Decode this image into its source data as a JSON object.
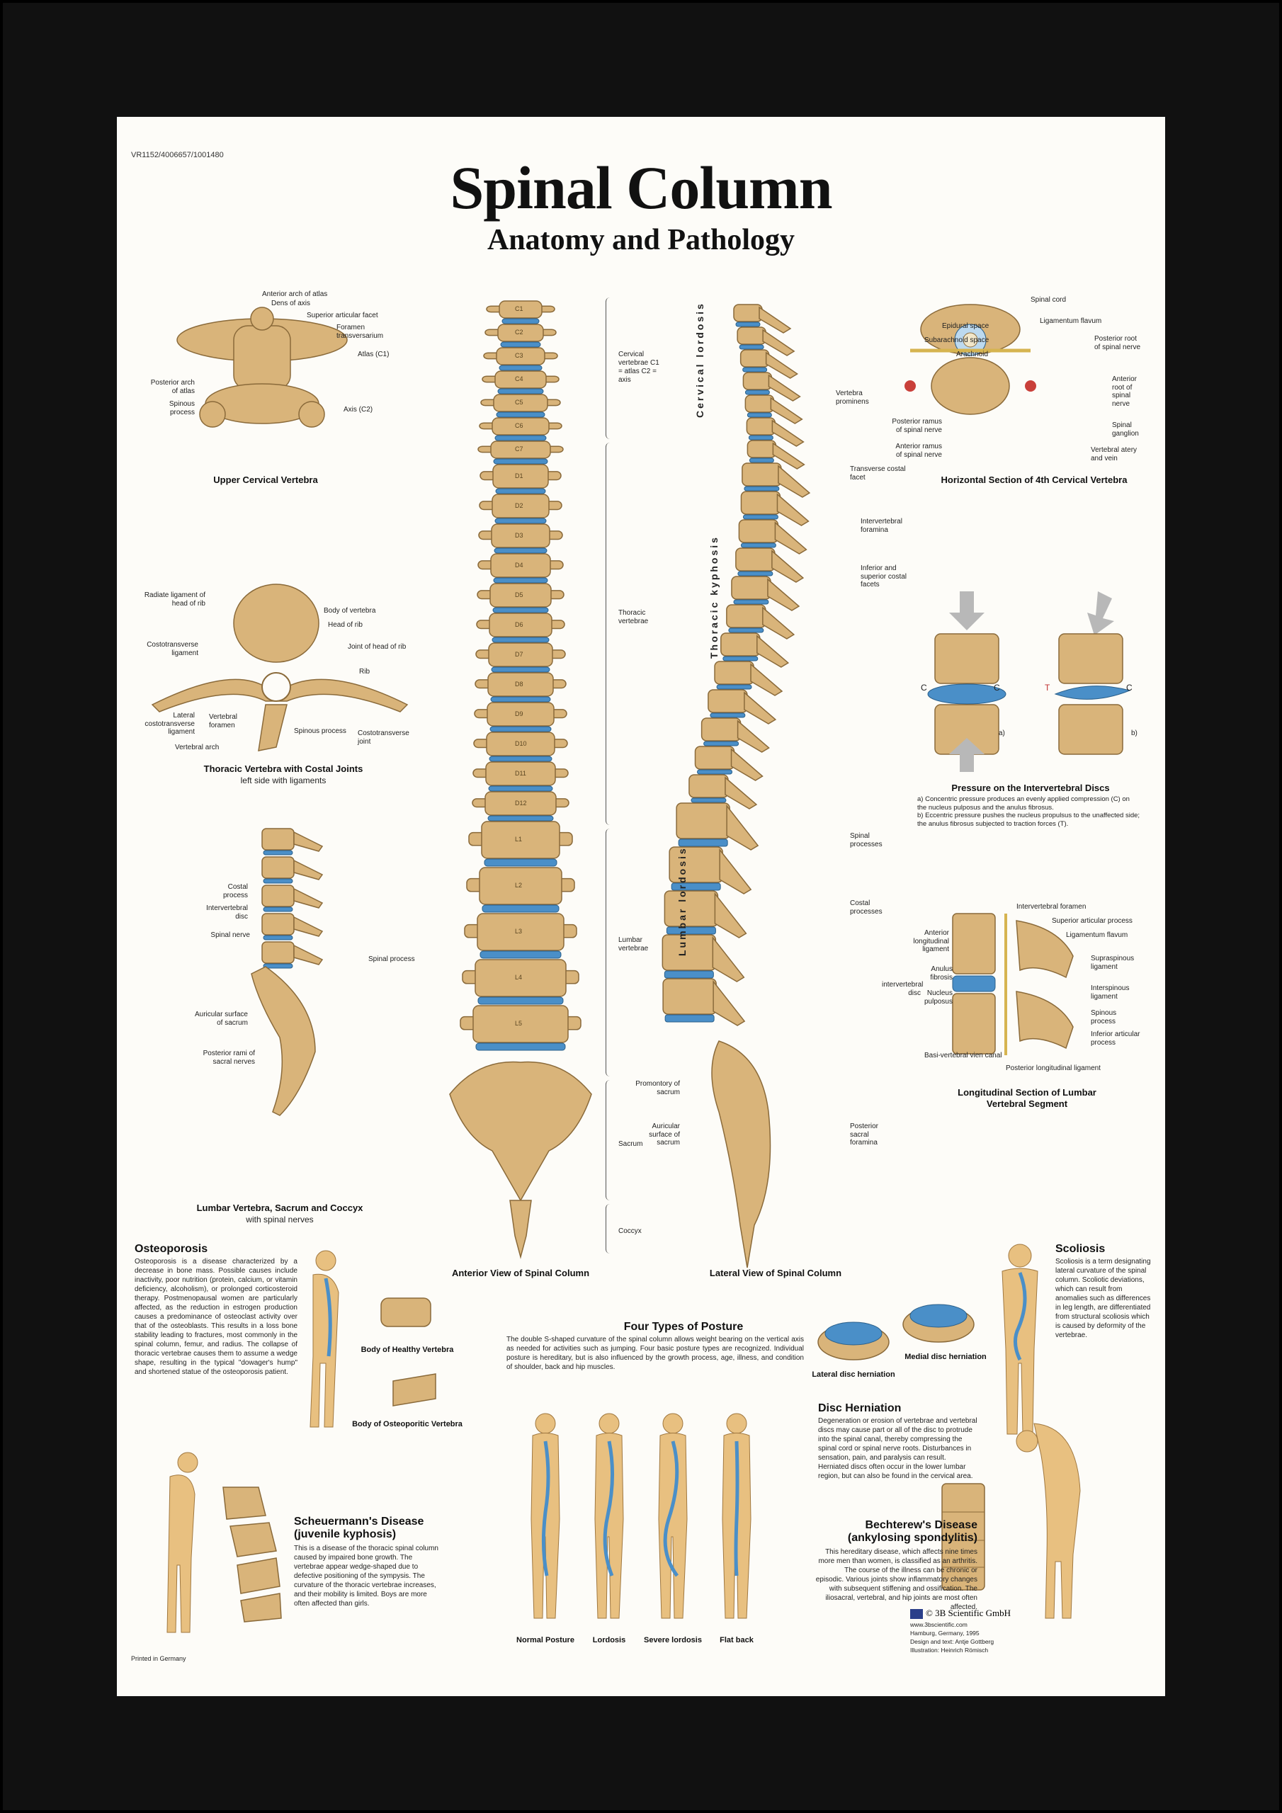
{
  "code": "VR1152/4006657/1001480",
  "title": "Spinal Column",
  "subtitle": "Anatomy and Pathology",
  "upper_cervical": {
    "caption": "Upper Cervical Vertebra",
    "labels": [
      "Anterior arch of atlas",
      "Dens of axis",
      "Superior articular facet",
      "Foramen transversarium",
      "Atlas (C1)",
      "Posterior arch of atlas",
      "Spinous process",
      "Axis (C2)"
    ]
  },
  "thoracic_costal": {
    "caption": "Thoracic Vertebra with Costal Joints",
    "subcaption": "left side with ligaments",
    "labels": [
      "Radiate ligament of head of rib",
      "Body of vertebra",
      "Head of rib",
      "Joint of head of rib",
      "Costotransverse ligament",
      "Rib",
      "Lateral costotransverse ligament",
      "Vertebral foramen",
      "Spinous process",
      "Costotransverse joint",
      "Vertebral arch"
    ]
  },
  "lumbar_sacrum": {
    "caption": "Lumbar Vertebra, Sacrum and Coccyx",
    "subcaption": "with spinal nerves",
    "labels": [
      "Costal process",
      "Intervertebral disc",
      "Spinal nerve",
      "Spinal process",
      "Auricular surface of sacrum",
      "Posterior rami of sacral nerves"
    ]
  },
  "anterior": {
    "caption": "Anterior View of Spinal Column",
    "vertebrae": [
      "C1",
      "C2",
      "C3",
      "C4",
      "C5",
      "C6",
      "C7",
      "D1",
      "D2",
      "D3",
      "D4",
      "D5",
      "D6",
      "D7",
      "D8",
      "D9",
      "D10",
      "D11",
      "D12",
      "L1",
      "L2",
      "L3",
      "L4",
      "L5"
    ],
    "sections": [
      "Cervical vertebrae C1 = atlas C2 = axis",
      "Thoracic vertebrae",
      "Lumbar vertebrae",
      "Sacrum",
      "Coccyx"
    ]
  },
  "lateral": {
    "caption": "Lateral View of Spinal Column",
    "curves": [
      "Cervical lordosis",
      "Thoracic kyphosis",
      "Lumbar lordosis"
    ],
    "labels": [
      "Vertebra prominens",
      "Transverse costal facet",
      "Intervertebral foramina",
      "Inferior and superior costal facets",
      "Spinal processes",
      "Costal processes",
      "Promontory of sacrum",
      "Auricular surface of sacrum",
      "Posterior sacral foramina"
    ]
  },
  "horizontal": {
    "caption": "Horizontal Section of 4th Cervical Vertebra",
    "labels": [
      "Spinal cord",
      "Ligamentum flavum",
      "Epidural space",
      "Subarachnoid space",
      "Arachnoid",
      "Posterior root of spinal nerve",
      "Anterior root of spinal nerve",
      "Spinal ganglion",
      "Posterior ramus of spinal nerve",
      "Anterior ramus of spinal nerve",
      "Vertebral atery and vein"
    ]
  },
  "pressure": {
    "title": "Pressure on the Intervertebral Discs",
    "text_a": "a) Concentric pressure produces an evenly applied compression (C) on the nucleus pulposus and the anulus fibrosus.",
    "text_b": "b) Eccentric pressure pushes the nucleus propulsus to the unaffected side; the anulus fibrosus subjected to traction forces (T).",
    "marks": [
      "C",
      "C",
      "C",
      "T",
      "a)",
      "b)"
    ]
  },
  "longitudinal": {
    "caption": "Longitudinal Section of Lumbar Vertebral Segment",
    "labels": [
      "Intervertebral foramen",
      "Superior articular process",
      "Ligamentum flavum",
      "Anterior longitudinal ligament",
      "Anulus fibrosis",
      "Supraspinous ligament",
      "intervertebral disc",
      "Nucleus pulposus",
      "Interspinous ligament",
      "Spinous process",
      "Inferior articular process",
      "Basi-vertebral vien canal",
      "Posterior longitudinal ligament"
    ]
  },
  "osteoporosis": {
    "title": "Osteoporosis",
    "text": "Osteoporosis is a disease characterized by a decrease in bone mass. Possible causes include inactivity, poor nutrition (protein, calcium, or vitamin deficiency, alcoholism), or prolonged corticosteroid therapy. Postmenopausal women are particularly affected, as the reduction in estrogen production causes a predominance of osteoclast activity over that of the osteoblasts. This results in a loss bone stability leading to fractures, most commonly in the spinal column, femur, and radius. The collapse of thoracic vertebrae causes them to assume a wedge shape, resulting in the typical \"dowager's hump\" and shortened statue of the osteoporosis patient.",
    "healthy": "Body of Healthy Vertebra",
    "osteo": "Body of Osteoporitic Vertebra"
  },
  "posture": {
    "title": "Four Types of Posture",
    "text": "The double S-shaped curvature of the spinal column allows weight bearing on the vertical axis as needed for activities such as jumping. Four basic posture types are recognized. Individual posture is hereditary, but is also influenced by the growth process, age, illness, and condition of shoulder, back and hip muscles.",
    "types": [
      "Normal Posture",
      "Lordosis",
      "Severe lordosis",
      "Flat back"
    ]
  },
  "herniation": {
    "lateral": "Lateral disc herniation",
    "medial": "Medial disc herniation",
    "title": "Disc Herniation",
    "text": "Degeneration or erosion of vertebrae and vertebral discs may cause part or all of the disc to protrude into the spinal canal, thereby compressing the spinal cord or spinal nerve roots. Disturbances in sensation, pain, and paralysis can result. Herniated discs often occur in the lower lumbar region, but can also be found in the cervical area."
  },
  "scoliosis": {
    "title": "Scoliosis",
    "text": "Scoliosis is a term designating lateral curvature of the spinal column. Scoliotic deviations, which can result from anomalies such as differences in leg length, are differentiated from structural scoliosis which is caused by deformity of the vertebrae."
  },
  "scheuermann": {
    "title": "Scheuermann's Disease (juvenile kyphosis)",
    "text": "This is a disease of the thoracic spinal column caused by impaired bone growth. The vertebrae appear wedge-shaped due to defective positioning of the sympysis. The curvature of the thoracic vertebrae increases, and their mobility is limited. Boys are more often affected than girls."
  },
  "bechterew": {
    "title": "Bechterew's Disease (ankylosing spondylitis)",
    "text": "This hereditary disease, which affects nine times more men than women, is classified as an arthritis. The course of the illness can be chronic or episodic. Various joints show inflammatory changes with subsequent stiffening and ossification. The iliosacral, vertebral, and hip joints are most often affected."
  },
  "footer": {
    "printed": "Printed in Germany",
    "brand": "3B Scientific GmbH",
    "lines": [
      "www.3bscientific.com",
      "Hamburg, Germany, 1995",
      "Design and text: Antje Gottberg",
      "Illustration: Heinrich Römisch"
    ]
  },
  "colors": {
    "bone": "#d9b47a",
    "disc": "#4a8fc8",
    "frame": "#111111",
    "paper": "#fdfcf8"
  }
}
